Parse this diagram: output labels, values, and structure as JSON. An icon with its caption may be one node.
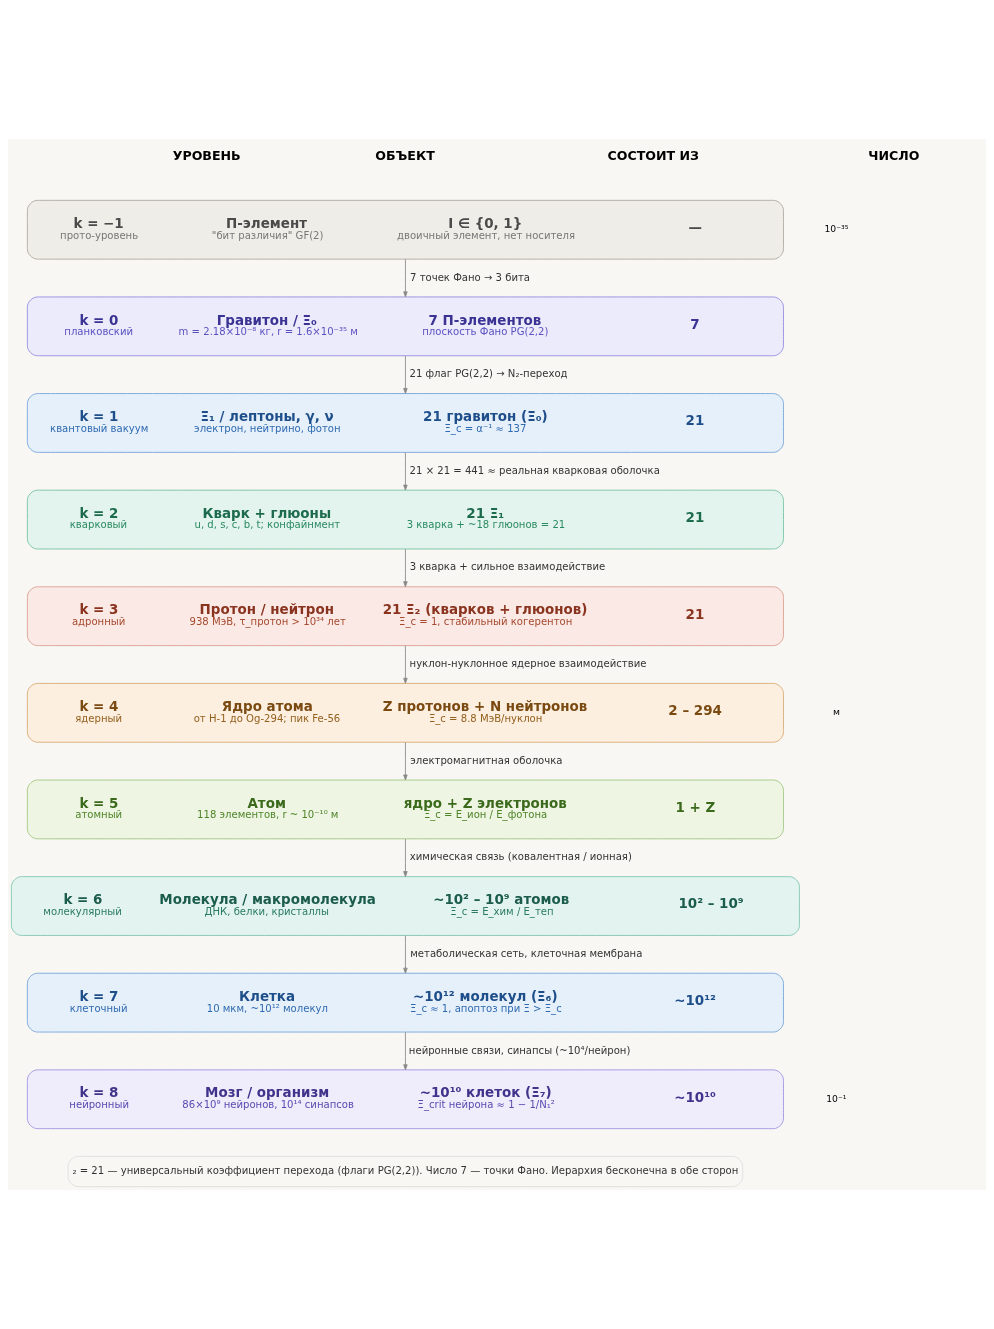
{
  "diagram": {
    "nodes": [
      {
        "text": [
          "k = −1",
          "прото-уровень",
          "П-элемент",
          "\"бит различия\" GF(2)",
          "I ∈ {0, 1}",
          "двоичный элемент, нет носителя",
          "—"
        ]
      },
      {
        "text": [
          "k = 0",
          "планковский",
          "Гравитон / Ξ₀",
          "m = 2.18×10⁻⁸ кг, r = 1.6×10⁻³⁵ м",
          "7 П-элементов",
          "плоскость Фано PG(2,2)",
          "7"
        ]
      },
      {
        "text": [
          "k = 1",
          "квантовый вакуум",
          "Ξ₁ / лептоны, γ, ν",
          "электрон, нейтрино, фотон",
          "21 гравитон (Ξ₀)",
          "Ξ_c = α⁻¹ ≈ 137",
          "21"
        ]
      },
      {
        "text": [
          "k = 2",
          "кварковый",
          "Кварк + глюоны",
          "u, d, s, c, b, t; конфайнмент",
          "21 Ξ₁",
          "3 кварка + ~18 глюонов = 21",
          "21"
        ]
      },
      {
        "text": [
          "k = 3",
          "адронный",
          "Протон / нейтрон",
          "938 МэВ, τ_протон > 10³⁴ лет",
          "21 Ξ₂ (кварков + глюонов)",
          "Ξ_c = 1, стабильный когерентон",
          "21"
        ]
      },
      {
        "text": [
          "k = 4",
          "ядерный",
          "Ядро атома",
          "от H-1 до Og-294; пик Fe-56",
          "Z протонов + N нейтронов",
          "Ξ_c = 8.8 МэВ/нуклон",
          "2 – 294"
        ]
      },
      {
        "text": [
          "k = 5",
          "атомный",
          "Атом",
          "118 элементов, r ~ 10⁻¹⁰ м",
          "ядро + Z электронов",
          "Ξ_c = E_ион / E_фотона",
          "1 + Z"
        ]
      },
      {
        "text": [
          "k = 6",
          "молекулярный",
          "Молекула / макромолекула",
          "ДНК, белки, кристаллы",
          "~10² – 10⁹ атомов",
          "Ξ_c = E_хим / E_теп",
          "10² – 10⁹"
        ]
      },
      {
        "text": [
          "k = 7",
          "клеточный",
          "Клетка",
          "10 мкм, ~10¹² молекул",
          "~10¹² молекул (Ξ₆)",
          "Ξ_c ≈ 1, апоптоз при Ξ > Ξ_c",
          "~10¹²"
        ]
      },
      {
        "text": [
          "k = 8",
          "нейронный",
          "Мозг / организм",
          "86×10⁹ нейронов, 10¹⁴ синапсов",
          "~10¹⁰ клеток (Ξ₇)",
          "Ξ_crit нейрона ≈ 1 − 1/N₁²",
          "~10¹⁰"
        ]
      }
    ],
    "edges": [
      {
        "from": 0,
        "to": 1,
        "arrow": "to",
        "label": "7 точек Фано → 3 бита"
      },
      {
        "from": 1,
        "to": 2,
        "arrow": "to",
        "label": "21 флаг PG(2,2) → N₂-переход"
      },
      {
        "from": 2,
        "to": 3,
        "arrow": "to",
        "label": "21 × 21 = 441 ≈ реальная кварковая оболочка"
      },
      {
        "from": 3,
        "to": 4,
        "arrow": "to",
        "label": "3 кварка + сильное взаимодействие"
      },
      {
        "from": 4,
        "to": 5,
        "arrow": "to",
        "label": "нуклон-нуклонное ядерное взаимодействие"
      },
      {
        "from": 5,
        "to": 6,
        "arrow": "to",
        "label": "электромагнитная оболочка"
      },
      {
        "from": 6,
        "to": 7,
        "arrow": "to",
        "label": "химическая связь (ковалентная / ионная)"
      },
      {
        "from": 7,
        "to": 8,
        "arrow": "to",
        "label": "метаболическая сеть, клеточная мембрана"
      },
      {
        "from": 8,
        "to": 9,
        "arrow": "to",
        "label": "нейронные связи, синапсы (~10⁴/нейрон)"
      }
    ],
    "labels": [
      "УРОВЕНЬ",
      "ОБЪЕКТ",
      "СОСТОИТ ИЗ",
      "ЧИСЛО",
      "10⁻³⁵",
      "м",
      "10⁻¹",
      "₂ = 21 — универсальный коэффициент перехода (флаги PG(2,2)). Число 7 — точки Фано. Иерархия бесконечна в обе сторон"
    ]
  }
}
